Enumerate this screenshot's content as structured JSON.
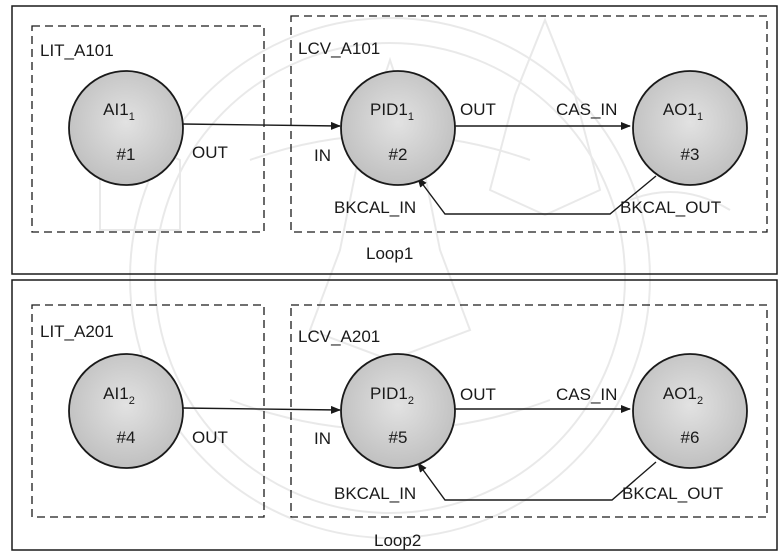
{
  "loops": [
    {
      "caption": "Loop1",
      "devices": [
        {
          "tag": "LIT_A101"
        },
        {
          "tag": "LCV_A101"
        }
      ],
      "blocks": [
        {
          "name": "AI1",
          "sub": "1",
          "number": "#1"
        },
        {
          "name": "PID1",
          "sub": "1",
          "number": "#2"
        },
        {
          "name": "AO1",
          "sub": "1",
          "number": "#3"
        }
      ],
      "ports": {
        "ai_out": "OUT",
        "pid_in": "IN",
        "pid_out": "OUT",
        "cas_in": "CAS_IN",
        "bkcal_out": "BKCAL_OUT",
        "bkcal_in": "BKCAL_IN"
      }
    },
    {
      "caption": "Loop2",
      "devices": [
        {
          "tag": "LIT_A201"
        },
        {
          "tag": "LCV_A201"
        }
      ],
      "blocks": [
        {
          "name": "AI1",
          "sub": "2",
          "number": "#4"
        },
        {
          "name": "PID1",
          "sub": "2",
          "number": "#5"
        },
        {
          "name": "AO1",
          "sub": "2",
          "number": "#6"
        }
      ],
      "ports": {
        "ai_out": "OUT",
        "pid_in": "IN",
        "pid_out": "OUT",
        "cas_in": "CAS_IN",
        "bkcal_out": "BKCAL_OUT",
        "bkcal_in": "BKCAL_IN"
      }
    }
  ],
  "colors": {
    "line": "#1a1a1a",
    "node_fill": "#c9c9c9",
    "watermark": "#d6d6d6"
  }
}
